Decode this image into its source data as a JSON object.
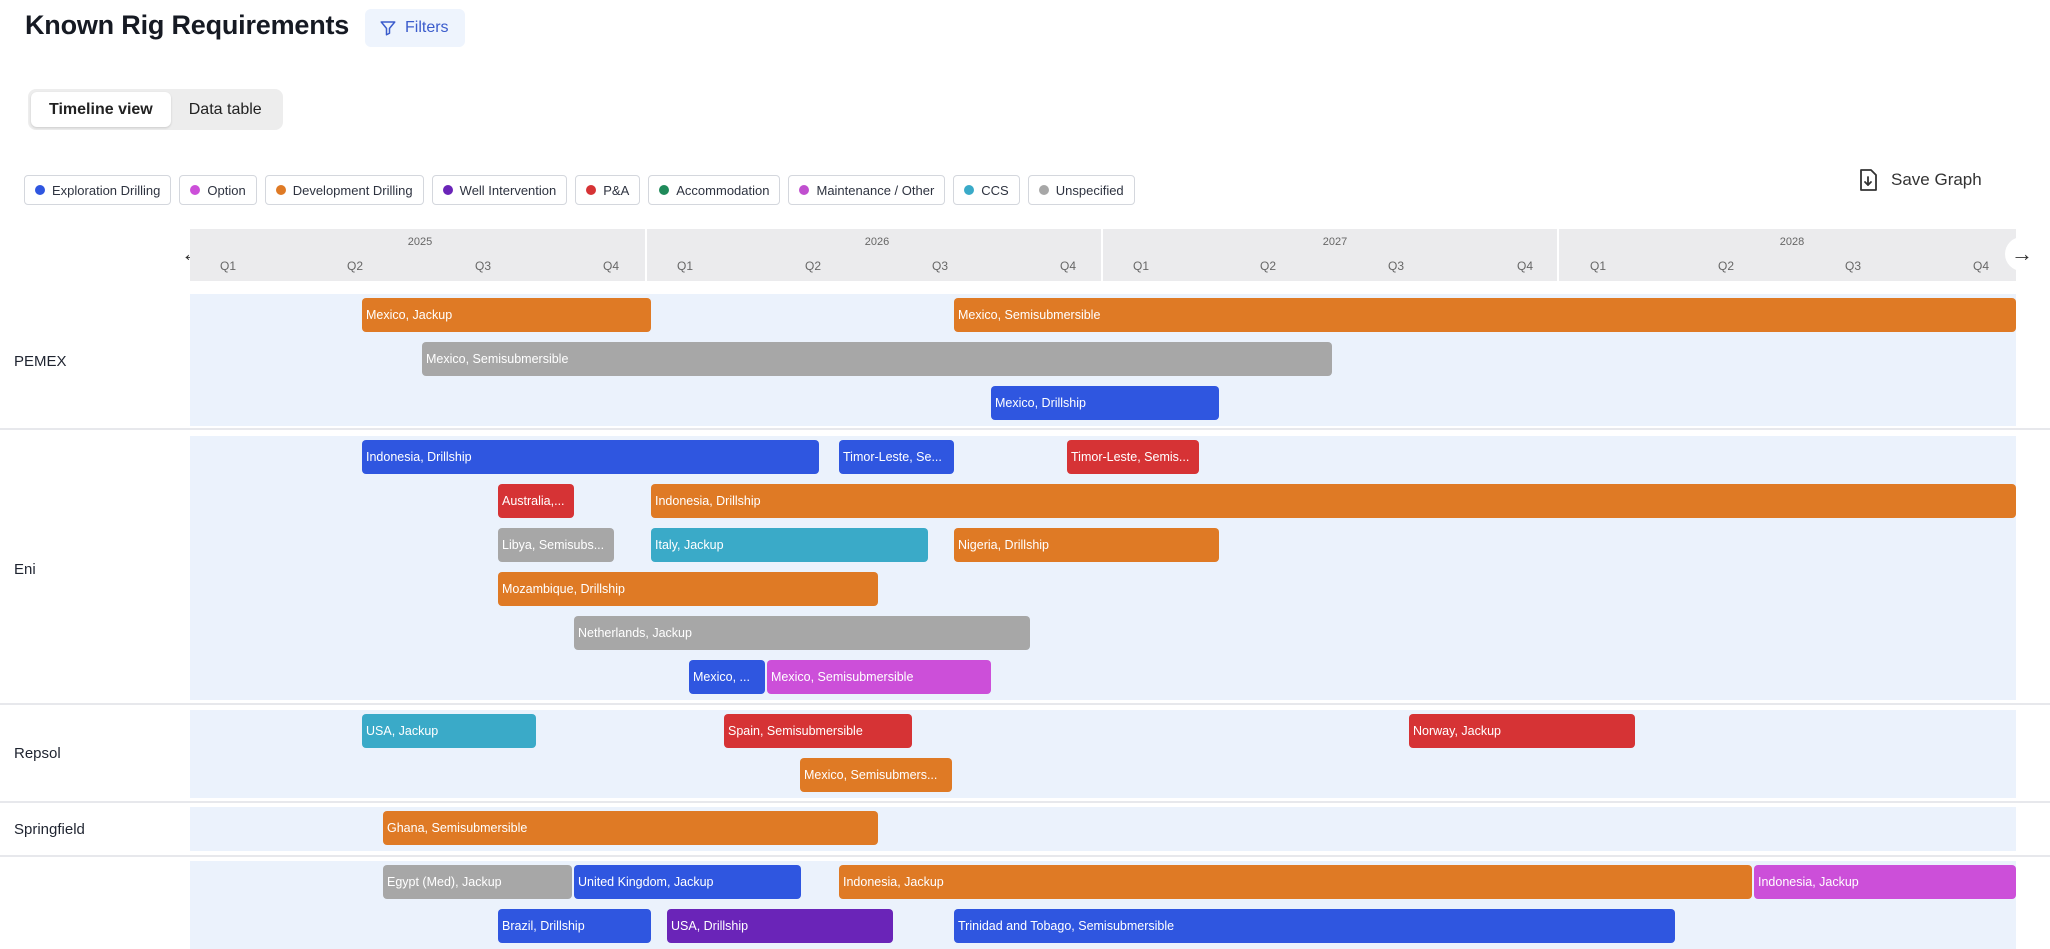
{
  "header": {
    "title": "Known Rig Requirements",
    "filters_label": "Filters"
  },
  "view_tabs": [
    {
      "label": "Timeline view",
      "active": true
    },
    {
      "label": "Data table",
      "active": false
    }
  ],
  "legend": [
    {
      "label": "Exploration Drilling",
      "color": "#2f56e0"
    },
    {
      "label": "Option",
      "color": "#cc4fd9"
    },
    {
      "label": "Development Drilling",
      "color": "#df7a25"
    },
    {
      "label": "Well Intervention",
      "color": "#6a24b8"
    },
    {
      "label": "P&A",
      "color": "#d63335"
    },
    {
      "label": "Accommodation",
      "color": "#1f8a5a"
    },
    {
      "label": "Maintenance / Other",
      "color": "#c04fcf"
    },
    {
      "label": "CCS",
      "color": "#3aaac8"
    },
    {
      "label": "Unspecified",
      "color": "#a7a7a7"
    }
  ],
  "save_graph_label": "Save Graph",
  "nav": {
    "prev": "←",
    "next": "→"
  },
  "timeline": {
    "years": [
      "2025",
      "2026",
      "2027",
      "2028"
    ],
    "quarters": [
      "Q1",
      "Q2",
      "Q3",
      "Q4"
    ]
  },
  "groups": [
    {
      "name": "PEMEX",
      "bars": [
        {
          "label": "Mexico, Jackup",
          "color": "#df7a25"
        },
        {
          "label": "Mexico, Semisubmersible",
          "color": "#df7a25"
        },
        {
          "label": "Mexico, Semisubmersible",
          "color": "#a7a7a7"
        },
        {
          "label": "Mexico, Drillship",
          "color": "#2f56e0"
        }
      ]
    },
    {
      "name": "Eni",
      "bars": [
        {
          "label": "Indonesia, Drillship",
          "color": "#2f56e0"
        },
        {
          "label": "Timor-Leste, Se...",
          "color": "#2f56e0"
        },
        {
          "label": "Timor-Leste, Semis...",
          "color": "#d63335"
        },
        {
          "label": "Australia,...",
          "color": "#d63335"
        },
        {
          "label": "Indonesia, Drillship",
          "color": "#df7a25"
        },
        {
          "label": "Libya, Semisubs...",
          "color": "#a7a7a7"
        },
        {
          "label": "Italy, Jackup",
          "color": "#3aaac8"
        },
        {
          "label": "Nigeria, Drillship",
          "color": "#df7a25"
        },
        {
          "label": "Mozambique, Drillship",
          "color": "#df7a25"
        },
        {
          "label": "Netherlands, Jackup",
          "color": "#a7a7a7"
        },
        {
          "label": "Mexico, ...",
          "color": "#2f56e0"
        },
        {
          "label": "Mexico, Semisubmersible",
          "color": "#cc4fd9"
        }
      ]
    },
    {
      "name": "Repsol",
      "bars": [
        {
          "label": "USA, Jackup",
          "color": "#3aaac8"
        },
        {
          "label": "Spain, Semisubmersible",
          "color": "#d63335"
        },
        {
          "label": "Norway, Jackup",
          "color": "#d63335"
        },
        {
          "label": "Mexico, Semisubmers...",
          "color": "#df7a25"
        }
      ]
    },
    {
      "name": "Springfield",
      "bars": [
        {
          "label": "Ghana, Semisubmersible",
          "color": "#df7a25"
        }
      ]
    },
    {
      "name": "",
      "bars": [
        {
          "label": "Egypt (Med), Jackup",
          "color": "#a7a7a7"
        },
        {
          "label": "United Kingdom, Jackup",
          "color": "#2f56e0"
        },
        {
          "label": "Indonesia, Jackup",
          "color": "#df7a25"
        },
        {
          "label": "Indonesia, Jackup",
          "color": "#cc4fd9"
        },
        {
          "label": "Brazil, Drillship",
          "color": "#2f56e0"
        },
        {
          "label": "USA, Drillship",
          "color": "#6a24b8"
        },
        {
          "label": "Trinidad and Tobago, Semisubmersible",
          "color": "#2f56e0"
        }
      ]
    }
  ]
}
